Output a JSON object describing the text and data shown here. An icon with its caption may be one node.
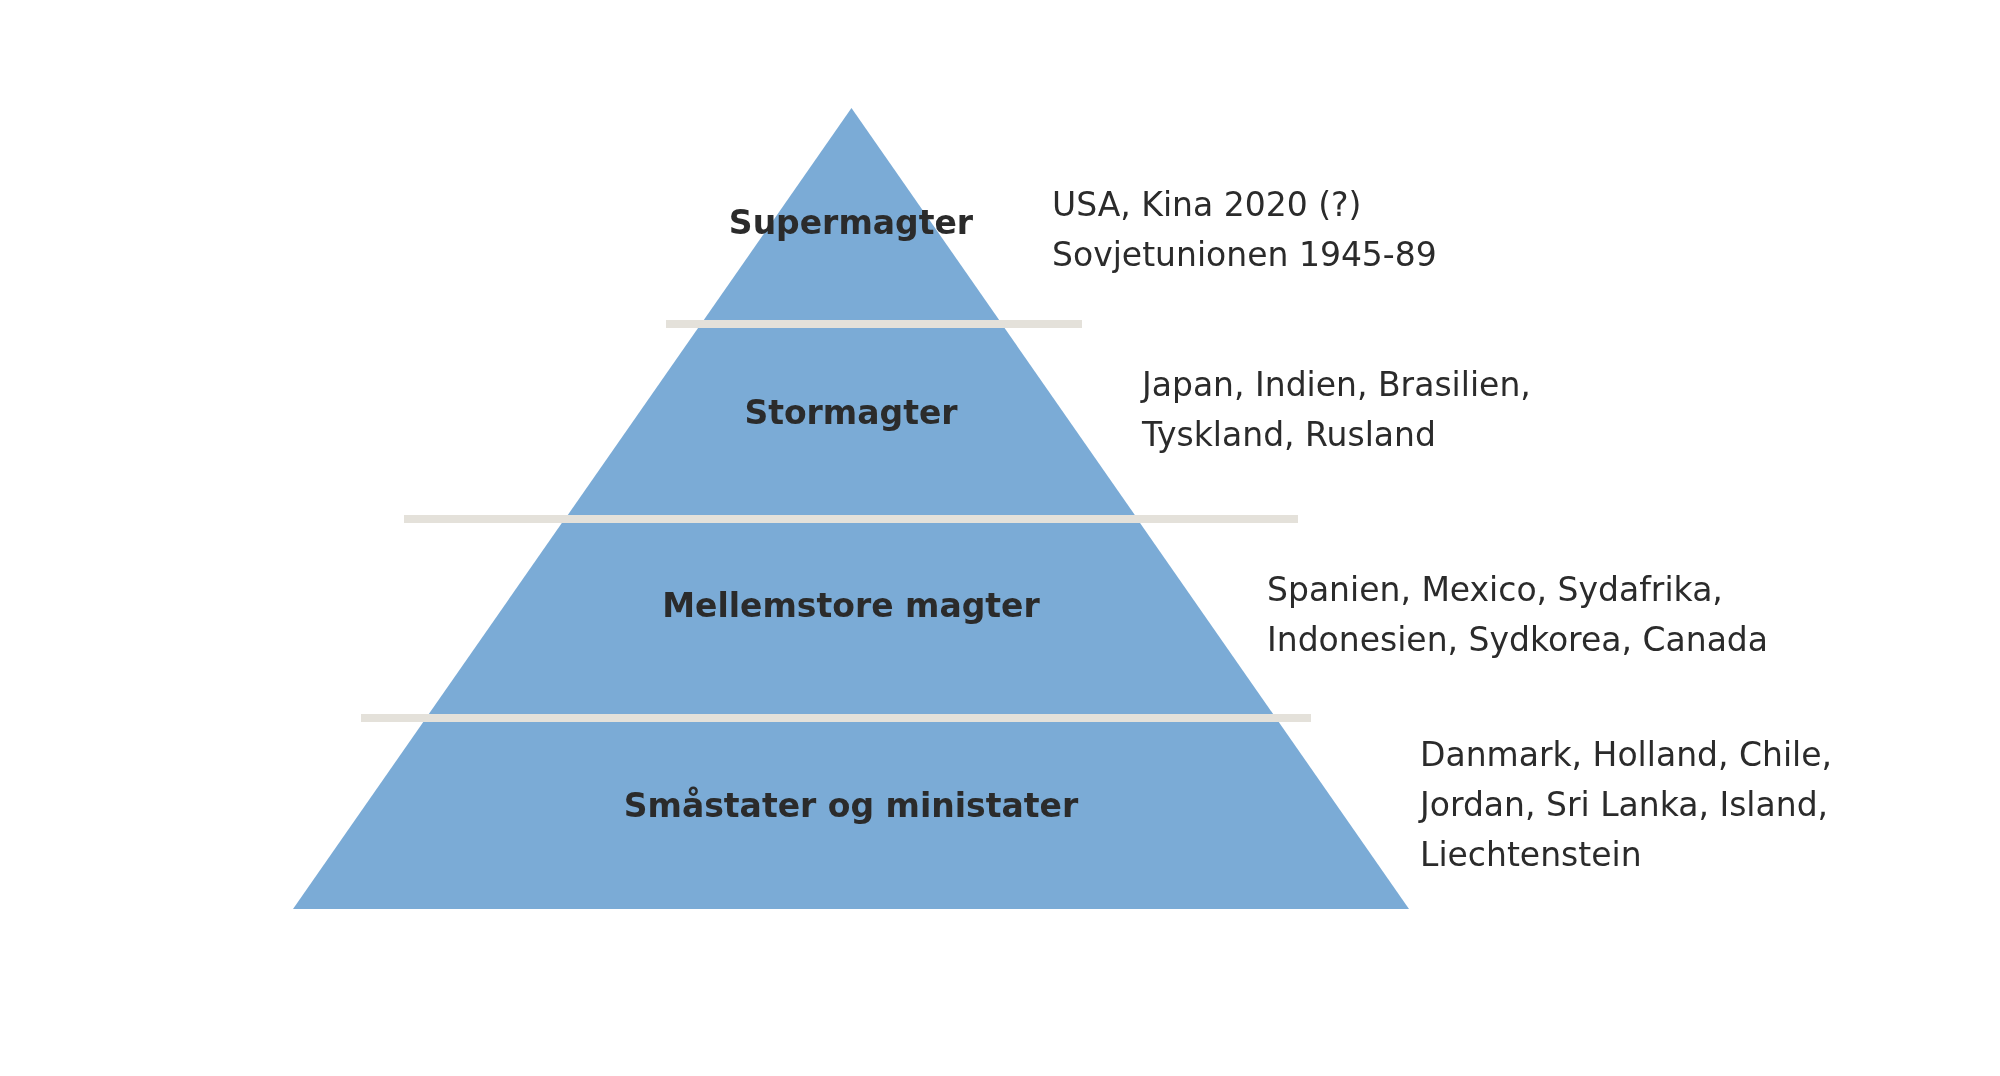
{
  "diagram": {
    "nodes": [
      {
        "text": [
          "Supermagter"
        ],
        "beside": [
          "USA, Kina 2020 (?) Sovjetunionen 1945-89"
        ]
      },
      {
        "text": [
          "Stormagter"
        ],
        "beside": [
          "Japan, Indien, Brasilien, Tyskland, Rusland"
        ]
      },
      {
        "text": [
          "Mellemstore magter"
        ],
        "beside": [
          "Spanien, Mexico, Sydafrika, Indonesien, Sydkorea, Canada"
        ]
      },
      {
        "text": [
          "Småstater og ministater"
        ],
        "beside": [
          "Danmark, Holland, Chile, Jordan, Sri Lanka, Island, Liechtenstein"
        ]
      }
    ],
    "edges": []
  }
}
